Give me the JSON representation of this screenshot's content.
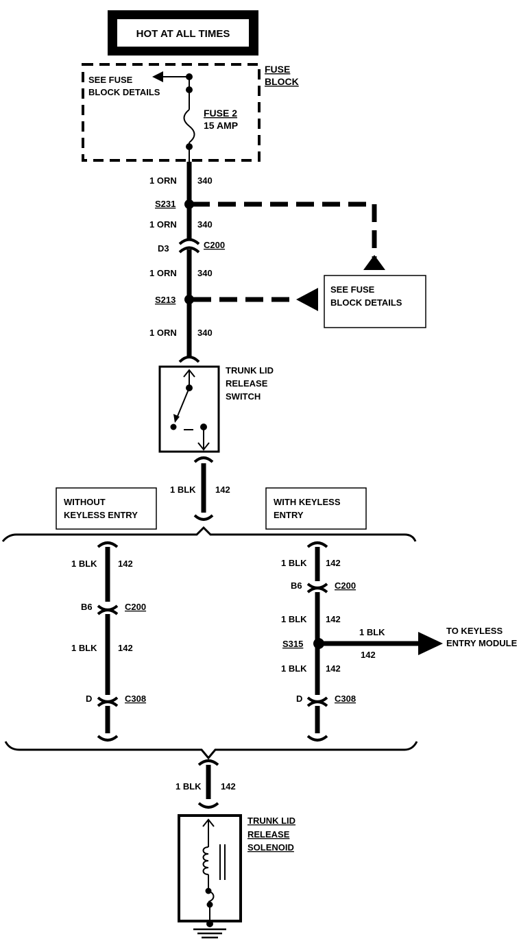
{
  "header": {
    "label": "HOT AT ALL TIMES"
  },
  "fuse_block": {
    "label_line1": "FUSE",
    "label_line2": "BLOCK",
    "see_details_line1": "SEE FUSE",
    "see_details_line2": "BLOCK DETAILS",
    "fuse_name": "FUSE 2",
    "fuse_rating": "15 AMP"
  },
  "wires": {
    "orn": "1 ORN",
    "orn_circuit": "340",
    "blk": "1 BLK",
    "blk_circuit": "142"
  },
  "splices": {
    "s231": "S231",
    "s213": "S213",
    "s315": "S315"
  },
  "connectors": {
    "c200": "C200",
    "c308": "C308",
    "pin_d3": "D3",
    "pin_b6": "B6",
    "pin_d": "D"
  },
  "see_fuse_box": {
    "line1": "SEE FUSE",
    "line2": "BLOCK DETAILS"
  },
  "switch": {
    "line1": "TRUNK LID",
    "line2": "RELEASE",
    "line3": "SWITCH"
  },
  "options": {
    "without_line1": "WITHOUT",
    "without_line2": "KEYLESS ENTRY",
    "with_line1": "WITH KEYLESS",
    "with_line2": "ENTRY"
  },
  "keyless": {
    "line1": "TO KEYLESS",
    "line2": "ENTRY MODULE"
  },
  "solenoid": {
    "line1": "TRUNK LID",
    "line2": "RELEASE",
    "line3": "SOLENOID"
  }
}
